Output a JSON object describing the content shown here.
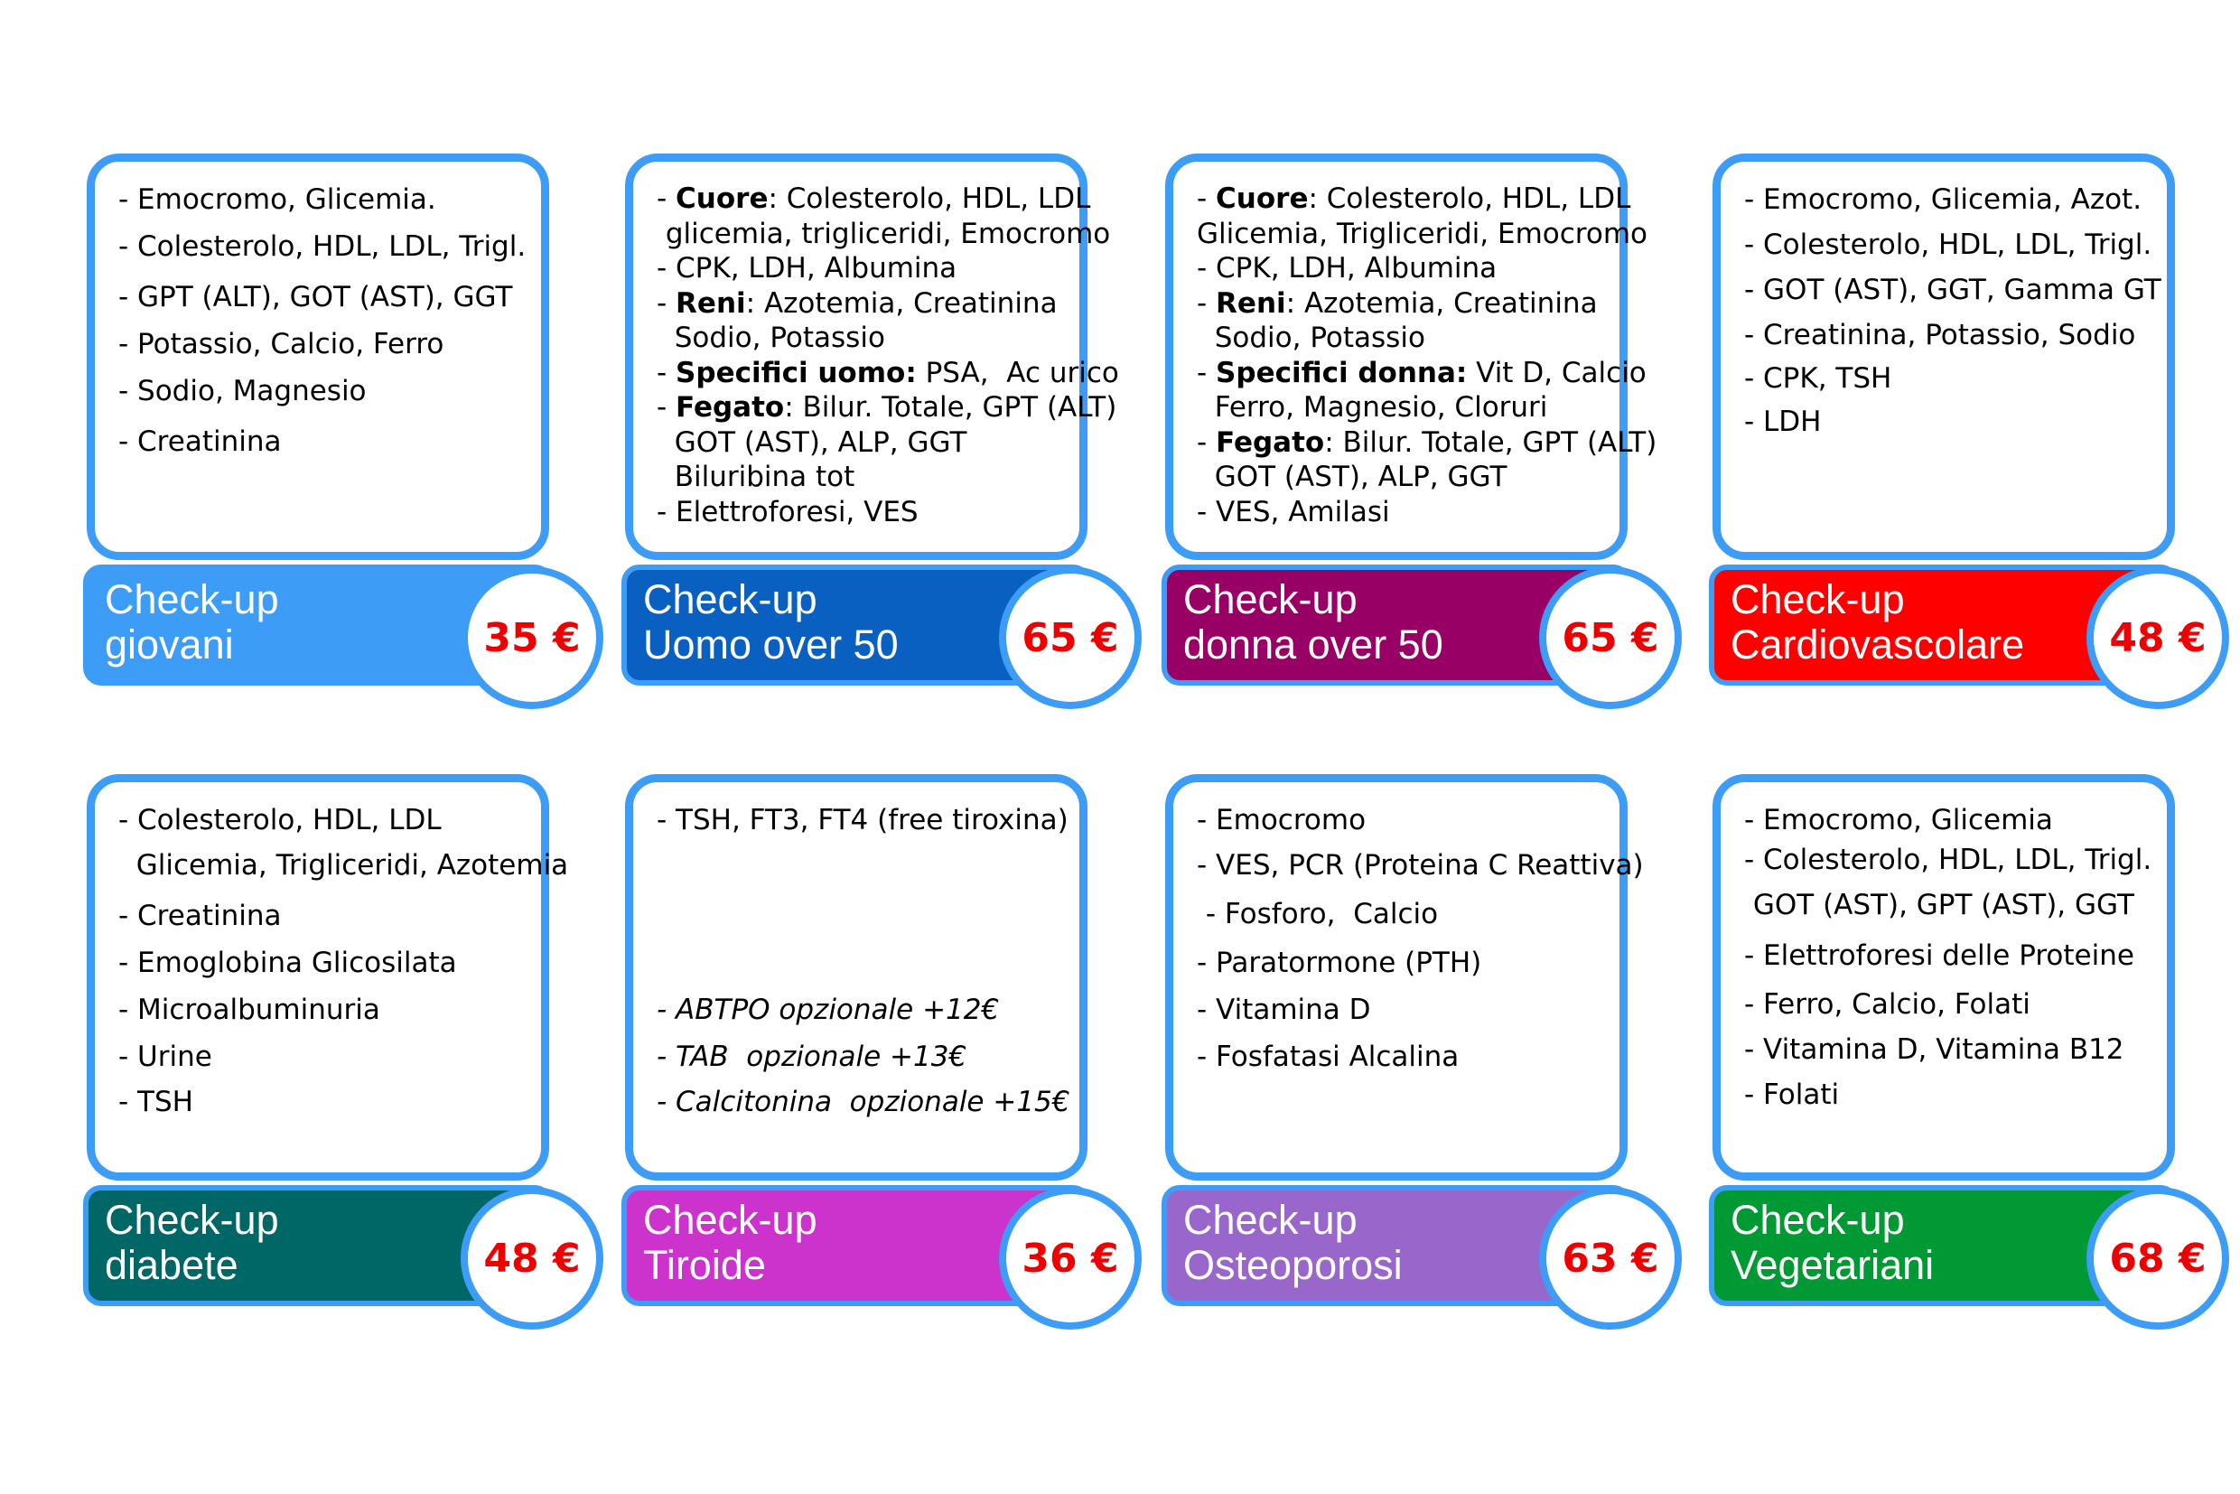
{
  "cards": [
    {
      "color": "#3d9cf5",
      "lines": [
        [
          {
            "t": "- Emocromo, Glicemia."
          }
        ],
        [
          {
            "t": "- Colesterolo, HDL, LDL, Trigl."
          }
        ],
        [
          {
            "t": "- GPT (ALT), GOT (AST), GGT"
          }
        ],
        [
          {
            "t": "- Potassio, Calcio, Ferro"
          }
        ],
        [
          {
            "t": "- Sodio, Magnesio"
          }
        ],
        [
          {
            "t": "- Creatinina"
          }
        ]
      ],
      "title1": "Check-up",
      "title2": "giovani",
      "price": "35 €"
    },
    {
      "color": "#0a60c0",
      "lines": [
        [
          {
            "t": "- "
          },
          {
            "t": "Cuore",
            "b": true
          },
          {
            "t": ": Colesterolo, HDL, LDL"
          }
        ],
        [
          {
            "t": " glicemia, trigliceridi, Emocromo"
          }
        ],
        [
          {
            "t": "- CPK, LDH, Albumina"
          }
        ],
        [
          {
            "t": "- "
          },
          {
            "t": "Reni",
            "b": true
          },
          {
            "t": ": Azotemia, Creatinina"
          }
        ],
        [
          {
            "t": "  Sodio, Potassio"
          }
        ],
        [
          {
            "t": "- "
          },
          {
            "t": "Specifici uomo:",
            "b": true
          },
          {
            "t": " PSA,  Ac urico"
          }
        ],
        [
          {
            "t": "- "
          },
          {
            "t": "Fegato",
            "b": true
          },
          {
            "t": ": Bilur. Totale, GPT (ALT)"
          }
        ],
        [
          {
            "t": "  GOT (AST), ALP, GGT"
          }
        ],
        [
          {
            "t": "  Biluribina tot"
          }
        ],
        [
          {
            "t": "- Elettroforesi, VES"
          }
        ]
      ],
      "title1": "Check-up",
      "title2": "Uomo over 50",
      "price": "65 €"
    },
    {
      "color": "#990066",
      "lines": [
        [
          {
            "t": "- "
          },
          {
            "t": "Cuore",
            "b": true
          },
          {
            "t": ": Colesterolo, HDL, LDL"
          }
        ],
        [
          {
            "t": "Glicemia, Trigliceridi, Emocromo"
          }
        ],
        [
          {
            "t": "- CPK, LDH, Albumina"
          }
        ],
        [
          {
            "t": "- "
          },
          {
            "t": "Reni",
            "b": true
          },
          {
            "t": ": Azotemia, Creatinina"
          }
        ],
        [
          {
            "t": "  Sodio, Potassio"
          }
        ],
        [
          {
            "t": "- "
          },
          {
            "t": "Specifici donna:",
            "b": true
          },
          {
            "t": " Vit D, Calcio"
          }
        ],
        [
          {
            "t": "  Ferro, Magnesio, Cloruri"
          }
        ],
        [
          {
            "t": "- "
          },
          {
            "t": "Fegato",
            "b": true
          },
          {
            "t": ": Bilur. Totale, GPT (ALT)"
          }
        ],
        [
          {
            "t": "  GOT (AST), ALP, GGT"
          }
        ],
        [
          {
            "t": "- VES, Amilasi"
          }
        ]
      ],
      "title1": "Check-up",
      "title2": "donna over 50",
      "price": "65 €"
    },
    {
      "color": "#ff0000",
      "lines": [
        [
          {
            "t": "- Emocromo, Glicemia, Azot."
          }
        ],
        [
          {
            "t": "- Colesterolo, HDL, LDL, Trigl."
          }
        ],
        [
          {
            "t": "- GOT (AST), GGT, Gamma GT"
          }
        ],
        [
          {
            "t": "- Creatinina, Potassio, Sodio"
          }
        ],
        [
          {
            "t": "- CPK, TSH"
          }
        ],
        [
          {
            "t": "- LDH"
          }
        ]
      ],
      "title1": "Check-up",
      "title2": "Cardiovascolare",
      "price": "48 €"
    },
    {
      "color": "#006666",
      "lines": [
        [
          {
            "t": "- Colesterolo, HDL, LDL"
          }
        ],
        [
          {
            "t": "  Glicemia, Trigliceridi, Azotemia"
          }
        ],
        [
          {
            "t": "- Creatinina"
          }
        ],
        [
          {
            "t": "- Emoglobina Glicosilata"
          }
        ],
        [
          {
            "t": "- Microalbuminuria"
          }
        ],
        [
          {
            "t": "- Urine"
          }
        ],
        [
          {
            "t": "- TSH"
          }
        ]
      ],
      "title1": "Check-up",
      "title2": "diabete",
      "price": "48 €"
    },
    {
      "color": "#cc33cc",
      "lines": [
        [
          {
            "t": "- TSH, FT3, FT4 (free tiroxina)"
          }
        ],
        [
          {
            "t": " "
          }
        ],
        [
          {
            "t": " "
          }
        ],
        [
          {
            "t": " "
          }
        ],
        [
          {
            "t": "- ABTPO opzionale +12€",
            "i": true
          }
        ],
        [
          {
            "t": "- TAB  opzionale +13€",
            "i": true
          }
        ],
        [
          {
            "t": "- Calcitonina  opzionale +15€",
            "i": true
          }
        ]
      ],
      "title1": "Check-up",
      "title2": "Tiroide",
      "price": "36 €"
    },
    {
      "color": "#9966cc",
      "lines": [
        [
          {
            "t": "- Emocromo"
          }
        ],
        [
          {
            "t": "- VES, PCR (Proteina C Reattiva)"
          }
        ],
        [
          {
            "t": " - Fosforo,  Calcio"
          }
        ],
        [
          {
            "t": "- Paratormone (PTH)"
          }
        ],
        [
          {
            "t": "- Vitamina D"
          }
        ],
        [
          {
            "t": "- Fosfatasi Alcalina"
          }
        ]
      ],
      "title1": "Check-up",
      "title2": "Osteoporosi",
      "price": "63 €"
    },
    {
      "color": "#009933",
      "lines": [
        [
          {
            "t": "- Emocromo, Glicemia"
          }
        ],
        [
          {
            "t": "- Colesterolo, HDL, LDL, Trigl."
          }
        ],
        [
          {
            "t": " GOT (AST), GPT (AST), GGT"
          }
        ],
        [
          {
            "t": "- Elettroforesi delle Proteine"
          }
        ],
        [
          {
            "t": "- Ferro, Calcio, Folati"
          }
        ],
        [
          {
            "t": "- Vitamina D, Vitamina B12"
          }
        ],
        [
          {
            "t": "- Folati"
          }
        ]
      ],
      "title1": "Check-up",
      "title2": "Vegetariani",
      "price": "68 €"
    }
  ]
}
